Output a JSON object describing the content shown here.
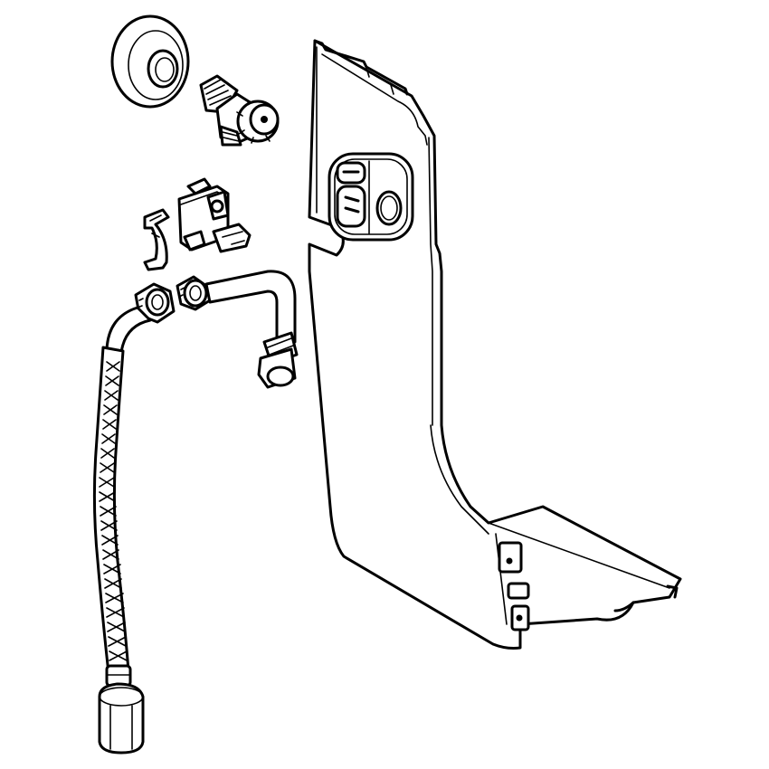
{
  "diagram": {
    "style": "monochrome line art",
    "colors": {
      "line": "#000000",
      "background": "#ffffff"
    },
    "parts": [
      {
        "name": "rosette",
        "kind": "cover-rosette"
      },
      {
        "name": "angle-valve",
        "kind": "angle-stop-valve"
      },
      {
        "name": "solenoid-valve",
        "kind": "valve-block"
      },
      {
        "name": "mounting-clip",
        "kind": "clip"
      },
      {
        "name": "braided-hose",
        "kind": "flexible-hose"
      },
      {
        "name": "connecting-pipe",
        "kind": "rigid-pipe"
      },
      {
        "name": "cover-plate",
        "kind": "housing-cover-with-control-panel"
      }
    ]
  }
}
